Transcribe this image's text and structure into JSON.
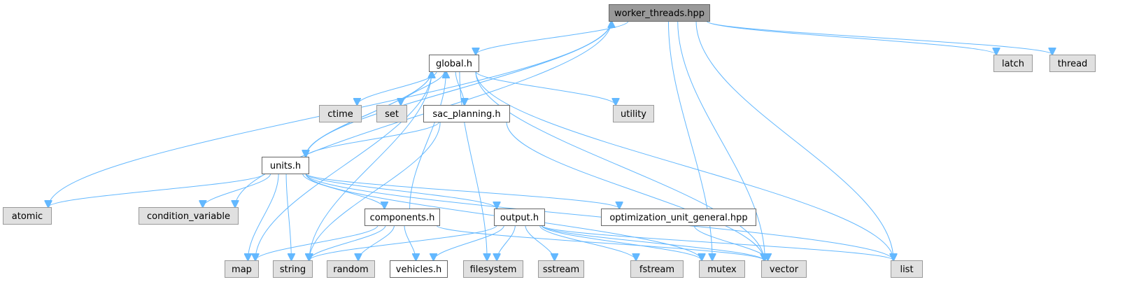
{
  "title": "worker_threads.hpp",
  "colors": {
    "focus_fill": "#999999",
    "focus_stroke": "#666666",
    "local_fill": "#ffffff",
    "local_stroke": "#666666",
    "system_fill": "#e0e0e0",
    "system_stroke": "#999999",
    "edge": "#63b8ff"
  },
  "nodes": [
    {
      "id": "worker_threads",
      "label": "worker_threads.hpp",
      "kind": "focus"
    },
    {
      "id": "global",
      "label": "global.h",
      "kind": "local"
    },
    {
      "id": "latch",
      "label": "latch",
      "kind": "system"
    },
    {
      "id": "thread",
      "label": "thread",
      "kind": "system"
    },
    {
      "id": "ctime",
      "label": "ctime",
      "kind": "system"
    },
    {
      "id": "set",
      "label": "set",
      "kind": "system"
    },
    {
      "id": "sac_planning",
      "label": "sac_planning.h",
      "kind": "local"
    },
    {
      "id": "utility",
      "label": "utility",
      "kind": "system"
    },
    {
      "id": "units",
      "label": "units.h",
      "kind": "local"
    },
    {
      "id": "atomic",
      "label": "atomic",
      "kind": "system"
    },
    {
      "id": "condition_variable",
      "label": "condition_variable",
      "kind": "system"
    },
    {
      "id": "components",
      "label": "components.h",
      "kind": "local"
    },
    {
      "id": "output",
      "label": "output.h",
      "kind": "local"
    },
    {
      "id": "optimization",
      "label": "optimization_unit_general.hpp",
      "kind": "local"
    },
    {
      "id": "map",
      "label": "map",
      "kind": "system"
    },
    {
      "id": "string",
      "label": "string",
      "kind": "system"
    },
    {
      "id": "random",
      "label": "random",
      "kind": "system"
    },
    {
      "id": "vehicles",
      "label": "vehicles.h",
      "kind": "local"
    },
    {
      "id": "filesystem",
      "label": "filesystem",
      "kind": "system"
    },
    {
      "id": "sstream",
      "label": "sstream",
      "kind": "system"
    },
    {
      "id": "fstream",
      "label": "fstream",
      "kind": "system"
    },
    {
      "id": "mutex",
      "label": "mutex",
      "kind": "system"
    },
    {
      "id": "vector",
      "label": "vector",
      "kind": "system"
    },
    {
      "id": "list",
      "label": "list",
      "kind": "system"
    }
  ],
  "edges": [
    {
      "from": "worker_threads",
      "to": "global"
    },
    {
      "from": "worker_threads",
      "to": "latch"
    },
    {
      "from": "worker_threads",
      "to": "thread"
    },
    {
      "from": "worker_threads",
      "to": "units"
    },
    {
      "from": "worker_threads",
      "to": "atomic"
    },
    {
      "from": "worker_threads",
      "to": "condition_variable"
    },
    {
      "from": "worker_threads",
      "to": "mutex"
    },
    {
      "from": "worker_threads",
      "to": "vector"
    },
    {
      "from": "worker_threads",
      "to": "list"
    },
    {
      "from": "global",
      "to": "ctime"
    },
    {
      "from": "global",
      "to": "set"
    },
    {
      "from": "global",
      "to": "sac_planning"
    },
    {
      "from": "global",
      "to": "utility"
    },
    {
      "from": "global",
      "to": "units"
    },
    {
      "from": "global",
      "to": "map"
    },
    {
      "from": "global",
      "to": "filesystem"
    },
    {
      "from": "global",
      "to": "vector"
    },
    {
      "from": "global",
      "to": "list"
    },
    {
      "from": "sac_planning",
      "to": "units"
    },
    {
      "from": "sac_planning",
      "to": "string"
    },
    {
      "from": "sac_planning",
      "to": "vector"
    },
    {
      "from": "units",
      "to": "worker_threads"
    },
    {
      "from": "units",
      "to": "global"
    },
    {
      "from": "units",
      "to": "atomic"
    },
    {
      "from": "units",
      "to": "condition_variable"
    },
    {
      "from": "units",
      "to": "components"
    },
    {
      "from": "units",
      "to": "output"
    },
    {
      "from": "units",
      "to": "optimization"
    },
    {
      "from": "units",
      "to": "map"
    },
    {
      "from": "units",
      "to": "string"
    },
    {
      "from": "units",
      "to": "mutex"
    },
    {
      "from": "units",
      "to": "list"
    },
    {
      "from": "components",
      "to": "global"
    },
    {
      "from": "components",
      "to": "map"
    },
    {
      "from": "components",
      "to": "string"
    },
    {
      "from": "components",
      "to": "random"
    },
    {
      "from": "components",
      "to": "vehicles"
    },
    {
      "from": "components",
      "to": "vector"
    },
    {
      "from": "output",
      "to": "string"
    },
    {
      "from": "output",
      "to": "vehicles"
    },
    {
      "from": "output",
      "to": "filesystem"
    },
    {
      "from": "output",
      "to": "sstream"
    },
    {
      "from": "output",
      "to": "fstream"
    },
    {
      "from": "output",
      "to": "mutex"
    },
    {
      "from": "output",
      "to": "vector"
    },
    {
      "from": "output",
      "to": "list"
    },
    {
      "from": "optimization",
      "to": "vector"
    },
    {
      "from": "string",
      "to": "global"
    }
  ]
}
